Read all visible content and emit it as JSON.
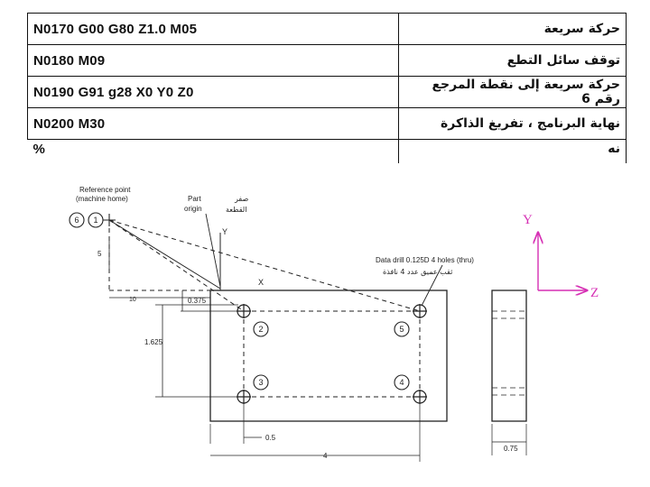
{
  "program": {
    "rows": [
      {
        "code": "N0170 G00 G80 Z1.0 M05",
        "desc": "حركة سريعة"
      },
      {
        "code": "N0180 M09",
        "desc": "توقف سائل التطع"
      },
      {
        "code": "N0190 G91 g28 X0 Y0 Z0",
        "desc": "حركة سريعة إلى نقطة المرجع رقم 6"
      },
      {
        "code": "N0200 M30",
        "desc": "نهاية البرنامج ، تفريغ الذاكرة"
      },
      {
        "code": "%",
        "desc": "نه"
      }
    ]
  },
  "drawing": {
    "reference_point_label": "Reference point",
    "machine_home_label": "(machine home)",
    "part_origin_label_1": "Part",
    "part_origin_label_2": "origin",
    "part_origin_ar_1": "صفر",
    "part_origin_ar_2": "القطعة",
    "drill_note": "Data drill 0.125D 4 holes (thru)",
    "drill_note_ar": "ثقب عميق عدد 4 نافذة",
    "point_numbers": [
      "6",
      "1",
      "2",
      "3",
      "4",
      "5"
    ],
    "dim_5": "5",
    "dim_10": "10",
    "dim_0375": "0.375",
    "dim_1625": "1.625",
    "dim_05": "0.5",
    "dim_4": "4",
    "dim_075": "0.75",
    "axis_y_small": "Y",
    "axis_x_small": "X",
    "axis_y": "Y",
    "axis_z": "Z"
  },
  "colors": {
    "axes": "#d62fb4",
    "ink": "#222222"
  }
}
